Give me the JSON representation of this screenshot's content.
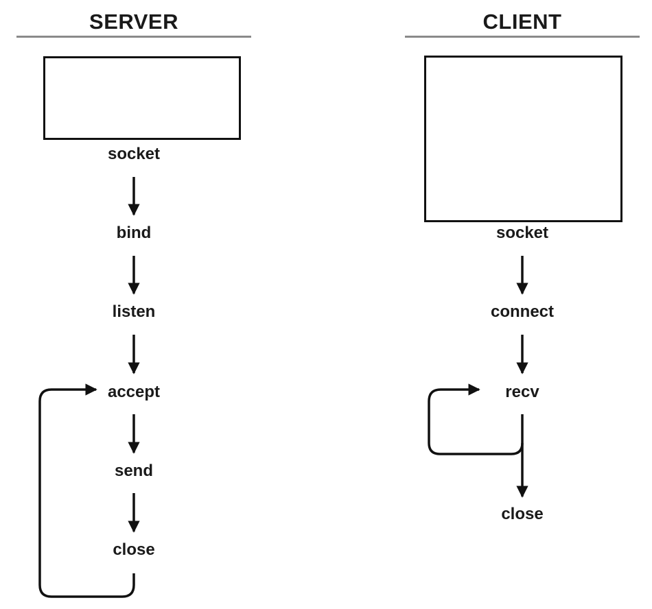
{
  "server": {
    "title": "SERVER",
    "steps": [
      "socket",
      "bind",
      "listen",
      "accept",
      "send",
      "close"
    ]
  },
  "client": {
    "title": "CLIENT",
    "steps": [
      "socket",
      "connect",
      "recv",
      "close"
    ]
  }
}
